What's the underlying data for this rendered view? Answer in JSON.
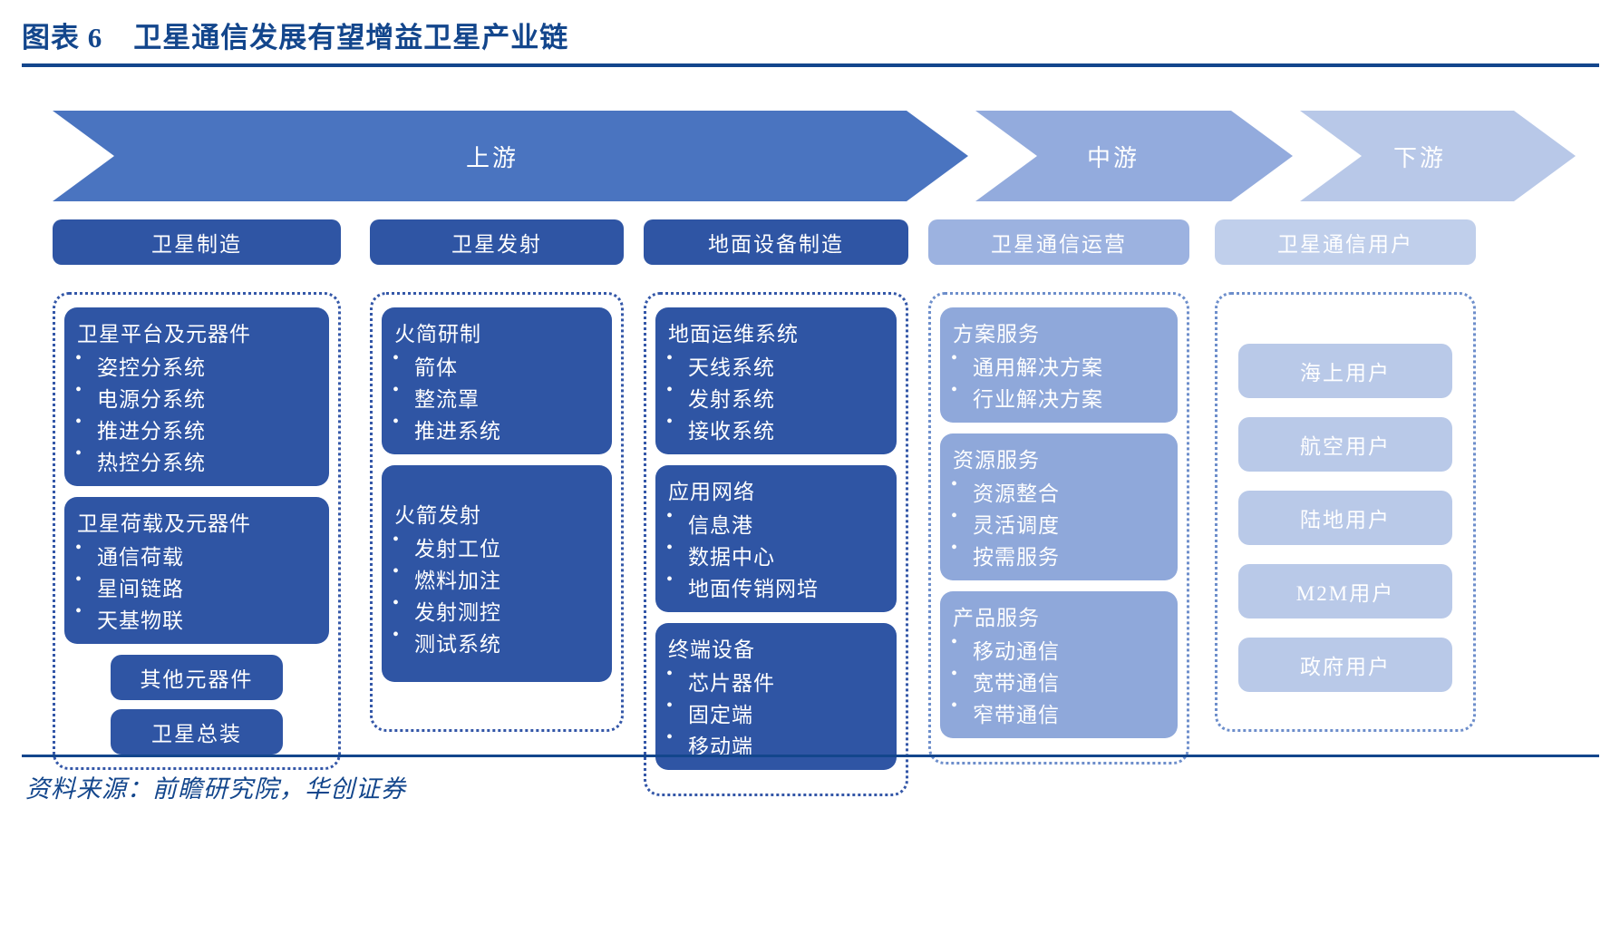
{
  "header": {
    "figure_label": "图表 6",
    "title": "卫星通信发展有望增益卫星产业链"
  },
  "chain_stages": [
    {
      "name": "上游",
      "color": "#4a74c0"
    },
    {
      "name": "中游",
      "color": "#93abdd"
    },
    {
      "name": "下游",
      "color": "#b8c8e8"
    }
  ],
  "columns": [
    {
      "head": "卫星制造",
      "blocks": [
        {
          "title": "卫星平台及元器件",
          "items": [
            "姿控分系统",
            "电源分系统",
            "推进分系统",
            "热控分系统"
          ]
        },
        {
          "title": "卫星荷载及元器件",
          "items": [
            "通信荷载",
            "星间链路",
            "天基物联"
          ]
        }
      ],
      "pills": [
        "其他元器件",
        "卫星总装"
      ]
    },
    {
      "head": "卫星发射",
      "blocks": [
        {
          "title": "火简研制",
          "items": [
            "箭体",
            "整流罩",
            "推进系统"
          ]
        },
        {
          "title": "火箭发射",
          "items": [
            "发射工位",
            "燃料加注",
            "发射测控",
            "测试系统"
          ]
        }
      ],
      "pills": []
    },
    {
      "head": "地面设备制造",
      "blocks": [
        {
          "title": "地面运维系统",
          "items": [
            "天线系统",
            "发射系统",
            "接收系统"
          ]
        },
        {
          "title": "应用网络",
          "items": [
            "信息港",
            "数据中心",
            "地面传销网培"
          ]
        },
        {
          "title": "终端设备",
          "items": [
            "芯片器件",
            "固定端",
            "移动端"
          ]
        }
      ],
      "pills": []
    },
    {
      "head": "卫星通信运营",
      "blocks": [
        {
          "title": "方案服务",
          "items": [
            "通用解决方案",
            "行业解决方案"
          ]
        },
        {
          "title": "资源服务",
          "items": [
            "资源整合",
            "灵活调度",
            "按需服务"
          ]
        },
        {
          "title": "产品服务",
          "items": [
            "移动通信",
            "宽带通信",
            "窄带通信"
          ]
        }
      ],
      "pills": []
    },
    {
      "head": "卫星通信用户",
      "blocks": [],
      "pills": [
        "海上用户",
        "航空用户",
        "陆地用户",
        "M2M用户",
        "政府用户"
      ]
    }
  ],
  "footer": {
    "source": "资料来源：前瞻研究院，华创证券"
  }
}
